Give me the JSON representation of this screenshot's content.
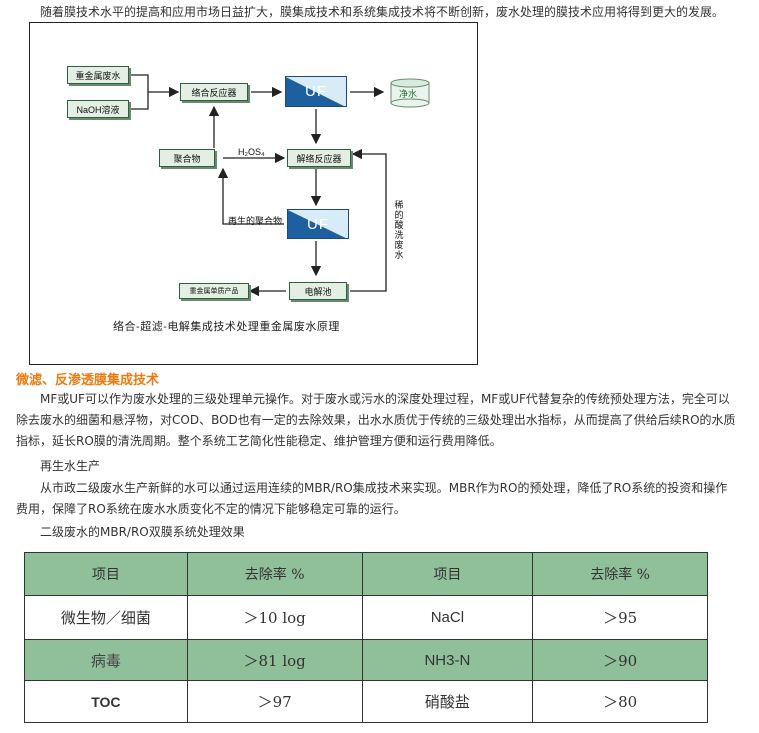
{
  "intro_text": "随着膜技术水平的提高和应用市场日益扩大，膜集成技术和系统集成技术将不断创新，废水处理的膜技术应用将得到更大的发展。",
  "diagram": {
    "heavy_metal_wastewater": "重金属废水",
    "naoh_solution": "NaOH溶液",
    "complex_reactor": "络合反应器",
    "uf_label": "UF",
    "clean_water": "净水",
    "polymer": "聚合物",
    "h2os_label": "H₂OS₄",
    "decomplex_reactor": "解络反应器",
    "regenerated_polymer": "再生的聚合物",
    "dilute_acid_wash": "稀的酸洗废水",
    "heavy_metal_product": "重金属单质产品",
    "electrolysis_cell": "电解池",
    "caption": "络合-超滤-电解集成技术处理重金属废水原理"
  },
  "section_heading": "微滤、反渗透膜集成技术",
  "para1": "MF或UF可以作为废水处理的三级处理单元操作。对于废水或污水的深度处理过程，MF或UF代替复杂的传统预处理方法，完全可以除去废水的细菌和悬浮物，对COD、BOD也有一定的去除效果，出水水质优于传统的三级处理出水指标，从而提高了供给后续RO的水质指标，延长RO膜的清洗周期。整个系统工艺简化性能稳定、维护管理方便和运行费用降低。",
  "subheading": "再生水生产",
  "para2": "从市政二级废水生产新鲜的水可以通过运用连续的MBR/RO集成技术来实现。MBR作为RO的预处理，降低了RO系统的投资和操作费用，保障了RO系统在废水水质变化不定的情况下能够稳定可靠的运行。",
  "table_title": "二级废水的MBR/RO双膜系统处理效果",
  "table": {
    "headers": [
      "项目",
      "去除率 %",
      "项目",
      "去除率 %"
    ],
    "rows": [
      [
        "微生物／细菌",
        "＞10 log",
        "NaCl",
        "＞95"
      ],
      [
        "病毒",
        "＞81 log",
        "NH3-N",
        "＞90"
      ],
      [
        "TOC",
        "＞97",
        "硝酸盐",
        "＞80"
      ]
    ]
  },
  "colors": {
    "table_header_green": "#8fc09a",
    "heading_orange": "#f07a10",
    "uf_blue": "#1e5fa0"
  }
}
